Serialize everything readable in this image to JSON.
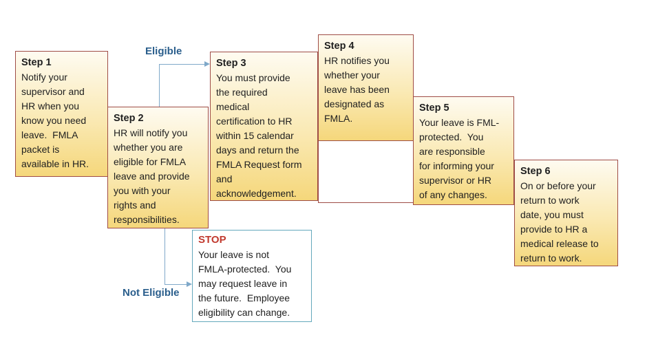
{
  "page": {
    "background": "#FFFFFF"
  },
  "colors": {
    "box-border": "#9E4B45",
    "box-gradient-top": "#FEFBF1",
    "box-gradient-mid": "#FAE9B3",
    "box-gradient-bottom": "#F5D77B",
    "stop-border": "#63A8BC",
    "stop-red": "#C1392E",
    "label-blue": "#2A5E8C",
    "connector-blue": "#7FA8C9",
    "text": "#202020"
  },
  "steps": [
    {
      "heading": "Step 1",
      "body": "Notify your\nsupervisor and\nHR when you\nknow you need\nleave.  FMLA\npacket is\navailable in HR."
    },
    {
      "heading": "Step 2",
      "body": "HR will notify you\nwhether you are\neligible for FMLA\nleave and provide\nyou with your\nrights and\nresponsibilities."
    },
    {
      "heading": "Step 3",
      "body": "You must provide\nthe required\nmedical\ncertification to HR\nwithin 15 calendar\ndays and return the\nFMLA Request form\nand\nacknowledgement."
    },
    {
      "heading": "Step 4",
      "body": "HR notifies you\nwhether your\nleave has been\ndesignated as\nFMLA."
    },
    {
      "heading": "Step 5",
      "body": "Your leave is FML-\nprotected.  You\nare responsible\nfor informing your\nsupervisor or HR\nof any changes."
    },
    {
      "heading": "Step 6",
      "body": "On or before your\nreturn to work\ndate, you must\nprovide to HR a\nmedical release to\nreturn to work."
    }
  ],
  "stop_box": {
    "heading": "STOP",
    "body": "Your leave is not\nFMLA-protected.  You\nmay request leave in\nthe future.  Employee\neligibility can change."
  },
  "branch_labels": {
    "eligible": "Eligible",
    "not_eligible": "Not Eligible"
  }
}
